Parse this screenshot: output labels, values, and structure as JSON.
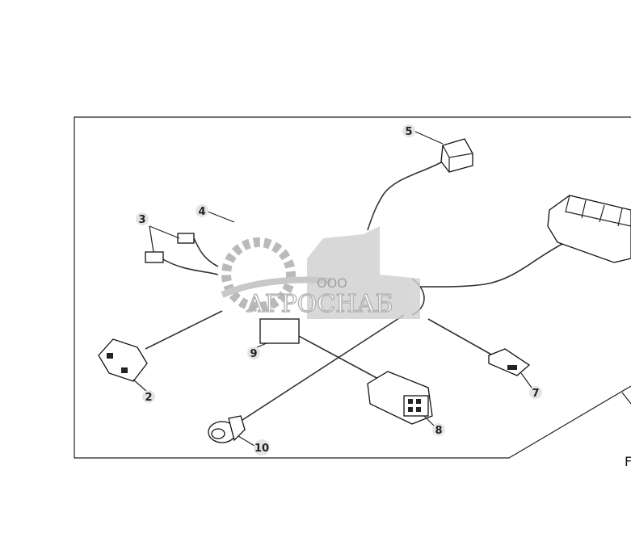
{
  "diagram": {
    "callouts": [
      {
        "id": "2",
        "label": "2"
      },
      {
        "id": "3",
        "label": "3"
      },
      {
        "id": "4",
        "label": "4"
      },
      {
        "id": "5",
        "label": "5"
      },
      {
        "id": "7",
        "label": "7"
      },
      {
        "id": "8",
        "label": "8"
      },
      {
        "id": "9",
        "label": "9"
      },
      {
        "id": "10",
        "label": "10"
      }
    ],
    "side_label": "F",
    "watermark": {
      "prefix": "ООО",
      "name": "АГРОСНАБ"
    }
  }
}
